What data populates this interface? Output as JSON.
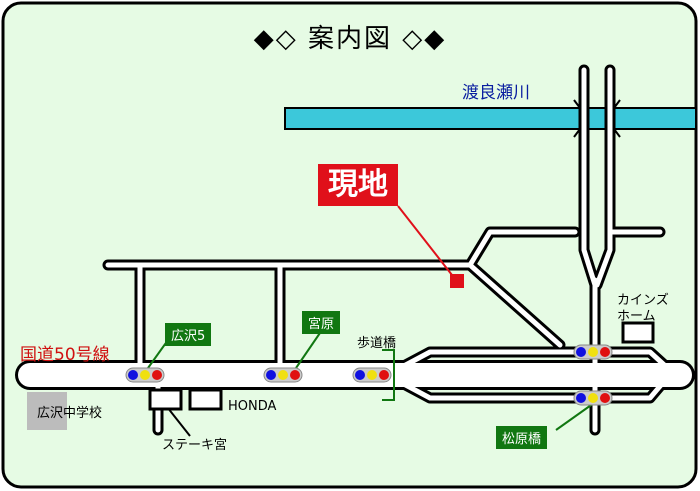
{
  "title": "◆◇ 案内図 ◇◆",
  "river": "渡良瀬川",
  "site": "現地",
  "route": "国道50号線",
  "signals": [
    "広沢5",
    "宮原",
    "松原橋"
  ],
  "landmarks": {
    "footbridge": "歩道橋",
    "school": "広沢中学校",
    "honda": "HONDA",
    "steak": "ステーキ宮",
    "cainz_line1": "カインズ",
    "cainz_line2": "ホーム"
  },
  "colors": {
    "background": "#e6fbe4",
    "river": "#3cc8da",
    "site": "#e0101a",
    "signal_label": "#117711"
  }
}
